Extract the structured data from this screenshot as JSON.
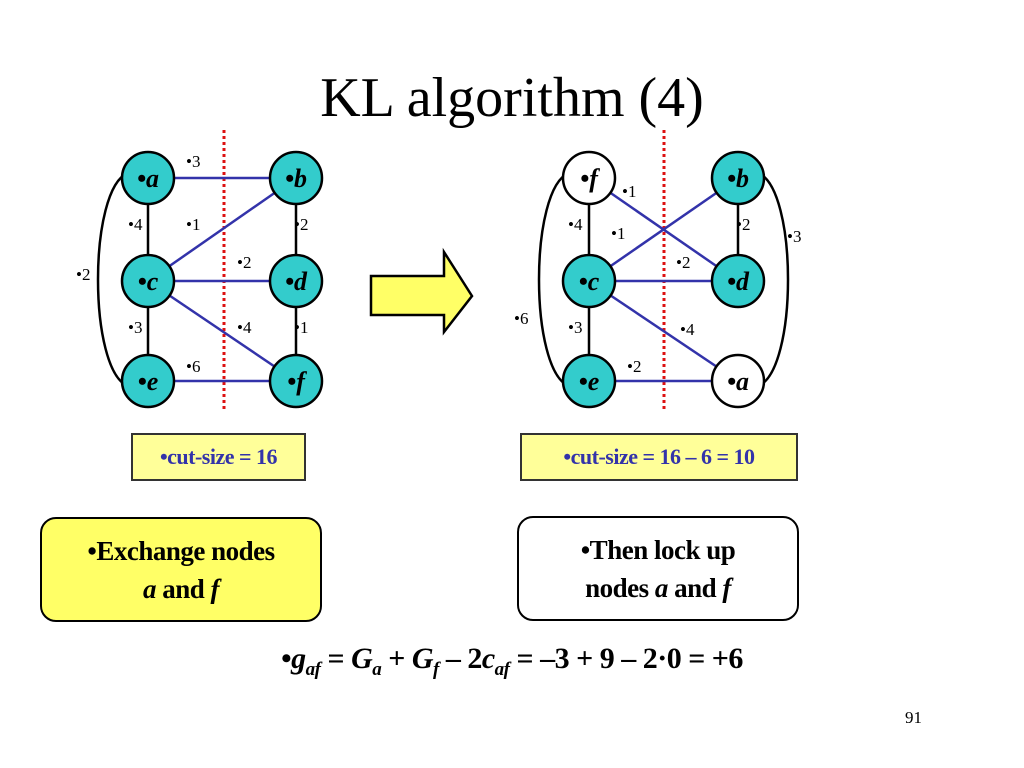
{
  "title": "KL algorithm (4)",
  "colors": {
    "node_fill": "#33cccc",
    "node_fill_unlocked_swapped": "#ffffff",
    "cut_edge": "#3333aa",
    "internal_edge": "#000000",
    "cut_line": "#dd1111",
    "cut_box_fill": "#ffff99",
    "cut_box_text": "#3333aa",
    "note_yellow": "#ffff66",
    "arrow_fill": "#ffff66"
  },
  "left_graph": {
    "nodes": [
      {
        "id": "a",
        "label": "•a",
        "highlight": false
      },
      {
        "id": "b",
        "label": "•b",
        "highlight": false
      },
      {
        "id": "c",
        "label": "•c",
        "highlight": false
      },
      {
        "id": "d",
        "label": "•d",
        "highlight": false
      },
      {
        "id": "e",
        "label": "•e",
        "highlight": false
      },
      {
        "id": "f",
        "label": "•f",
        "highlight": false
      }
    ],
    "edges": [
      {
        "from": "a",
        "to": "b",
        "weight": "•3",
        "cut": true
      },
      {
        "from": "a",
        "to": "c",
        "weight": "•4",
        "cut": false
      },
      {
        "from": "c",
        "to": "b",
        "weight": "•1",
        "cut": true
      },
      {
        "from": "b",
        "to": "d",
        "weight": "•2",
        "cut": false
      },
      {
        "from": "a",
        "to": "e",
        "weight": "•2",
        "cut": false
      },
      {
        "from": "c",
        "to": "d",
        "weight": "•2",
        "cut": true
      },
      {
        "from": "c",
        "to": "e",
        "weight": "•3",
        "cut": false
      },
      {
        "from": "c",
        "to": "f",
        "weight": "•4",
        "cut": true
      },
      {
        "from": "d",
        "to": "f",
        "weight": "•1",
        "cut": false
      },
      {
        "from": "e",
        "to": "f",
        "weight": "•6",
        "cut": true
      }
    ],
    "cut_size": "•cut-size = 16"
  },
  "right_graph": {
    "nodes": [
      {
        "id": "f",
        "label": "•f",
        "highlight": true
      },
      {
        "id": "b",
        "label": "•b",
        "highlight": false
      },
      {
        "id": "c",
        "label": "•c",
        "highlight": false
      },
      {
        "id": "d",
        "label": "•d",
        "highlight": false
      },
      {
        "id": "e",
        "label": "•e",
        "highlight": false
      },
      {
        "id": "a",
        "label": "•a",
        "highlight": true
      }
    ],
    "edges": [
      {
        "from": "f",
        "to": "d",
        "weight": "•1",
        "cut": true
      },
      {
        "from": "f",
        "to": "c",
        "weight": "•4",
        "cut": false
      },
      {
        "from": "c",
        "to": "b",
        "weight": "•1",
        "cut": true
      },
      {
        "from": "b",
        "to": "d",
        "weight": "•2",
        "cut": false
      },
      {
        "from": "b",
        "to": "a",
        "weight": "•3",
        "cut": false
      },
      {
        "from": "f",
        "to": "e",
        "weight": "•6",
        "cut": false
      },
      {
        "from": "c",
        "to": "d",
        "weight": "•2",
        "cut": true
      },
      {
        "from": "c",
        "to": "e",
        "weight": "•3",
        "cut": false
      },
      {
        "from": "c",
        "to": "a",
        "weight": "•4",
        "cut": true
      },
      {
        "from": "e",
        "to": "a",
        "weight": "•2",
        "cut": true
      }
    ],
    "cut_size": "•cut-size = 16 – 6 = 10"
  },
  "arrow": {
    "icon": "right-arrow-icon"
  },
  "notes": {
    "left": {
      "line1": "•Exchange nodes",
      "line2_a": "a",
      "line2_and": " and ",
      "line2_f": "f"
    },
    "right": {
      "line1": "•Then lock up",
      "line2_prefix": "nodes ",
      "line2_a": "a",
      "line2_and": " and ",
      "line2_f": "f"
    }
  },
  "formula": {
    "bullet": "•",
    "g": "g",
    "g_sub": "af",
    "eq1": " = ",
    "Ga": "G",
    "Ga_sub": "a",
    "plus": " + ",
    "Gf": "G",
    "Gf_sub": "f",
    "minus2c": " – 2",
    "c": "c",
    "c_sub": "af",
    "rest": " = –3 + 9 – 2·0 = +6"
  },
  "page_number": "91"
}
